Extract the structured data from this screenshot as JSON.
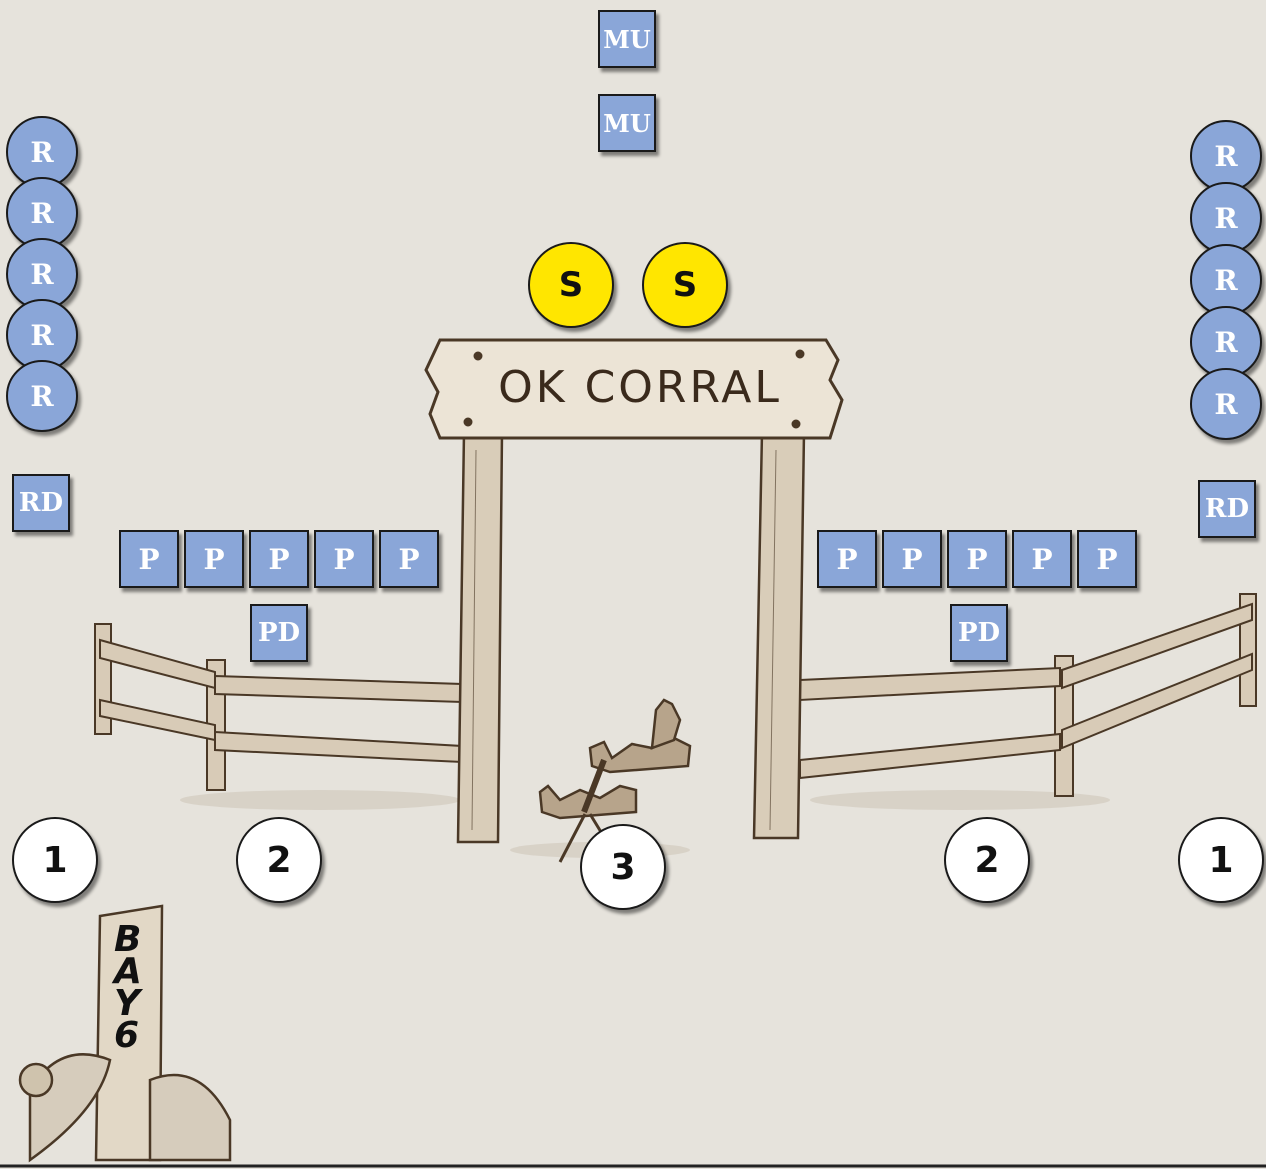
{
  "mu_markers": [
    "MU",
    "MU"
  ],
  "targets_left": [
    "R",
    "R",
    "R",
    "R",
    "R"
  ],
  "targets_right": [
    "R",
    "R",
    "R",
    "R",
    "R"
  ],
  "rd_left": "RD",
  "rd_right": "RD",
  "stars": [
    "S",
    "S"
  ],
  "sign_text": "OK CORRAL",
  "plates_left": [
    "P",
    "P",
    "P",
    "P",
    "P"
  ],
  "plates_right": [
    "P",
    "P",
    "P",
    "P",
    "P"
  ],
  "pd_left": "PD",
  "pd_right": "PD",
  "positions": [
    "1",
    "2",
    "3",
    "2",
    "1"
  ],
  "bay_label": [
    "B",
    "A",
    "Y",
    "6"
  ],
  "colors": {
    "target_blue": "#8aa6d8",
    "star_yellow": "#ffe600",
    "position_white": "#ffffff",
    "background": "#e6e3dc"
  }
}
